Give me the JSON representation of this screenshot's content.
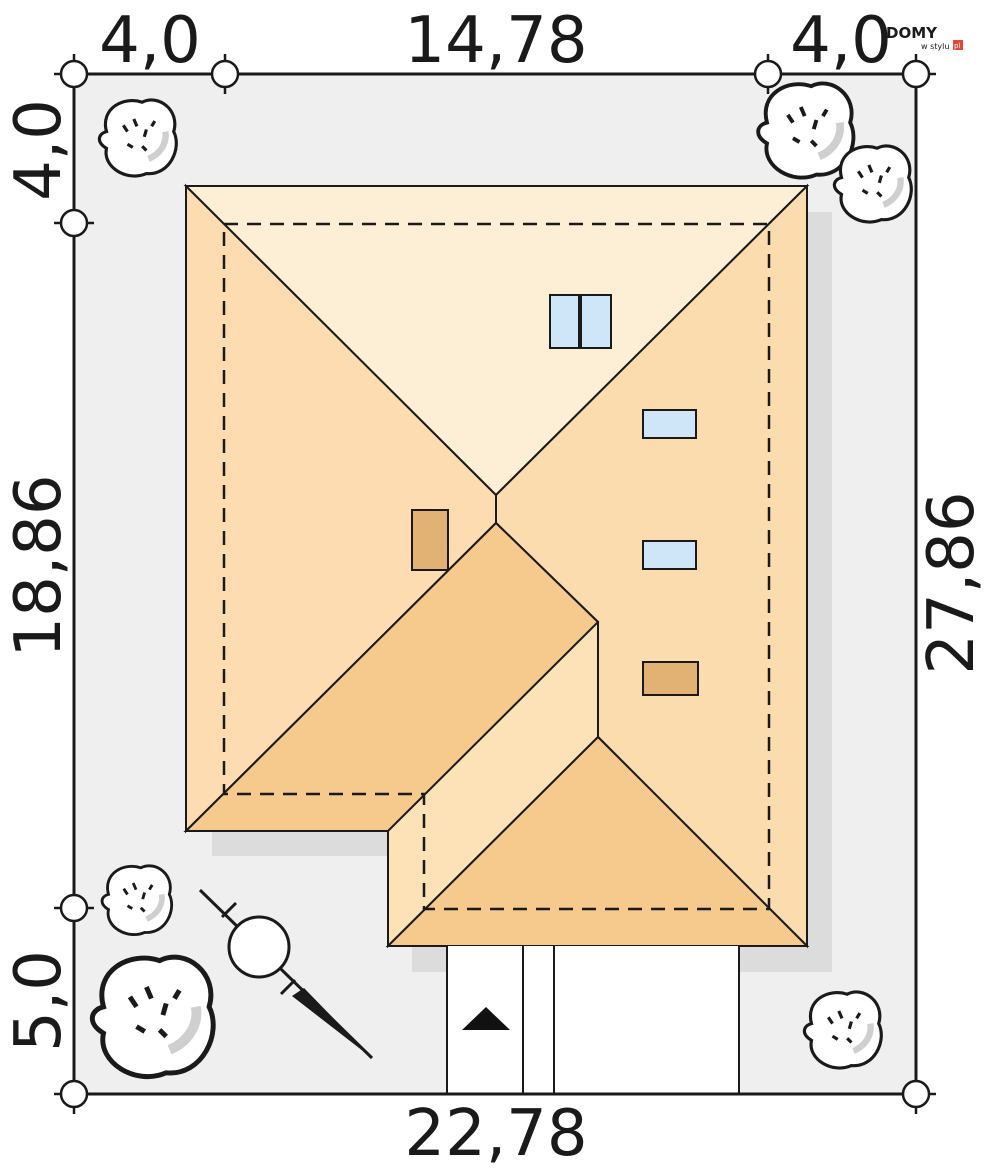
{
  "dimensions": {
    "top_left": "4,0",
    "top_middle": "14,78",
    "top_right": "4,0",
    "left_top": "4,0",
    "left_middle": "18,86",
    "left_bottom": "5,0",
    "right": "27,86",
    "bottom": "22,78"
  },
  "logo": {
    "name": "DOMY",
    "tagline": "w stylu",
    "suffix": "pl"
  },
  "colors": {
    "plot": "#efefef",
    "roof_light": "#fdefd6",
    "roof_mid": "#fbdcaf",
    "roof_main": "#fcdcb0",
    "roof_dark": "#f6c98d",
    "roof_side": "#fde2b8",
    "skylight": "#cfe6f8",
    "chimney": "#e2b275",
    "outline": "#1a1a1a",
    "logo_accent": "#e0483a"
  },
  "icons": {
    "tree": "tree-icon",
    "compass": "north-arrow-icon",
    "entrance": "entrance-arrow-icon"
  }
}
